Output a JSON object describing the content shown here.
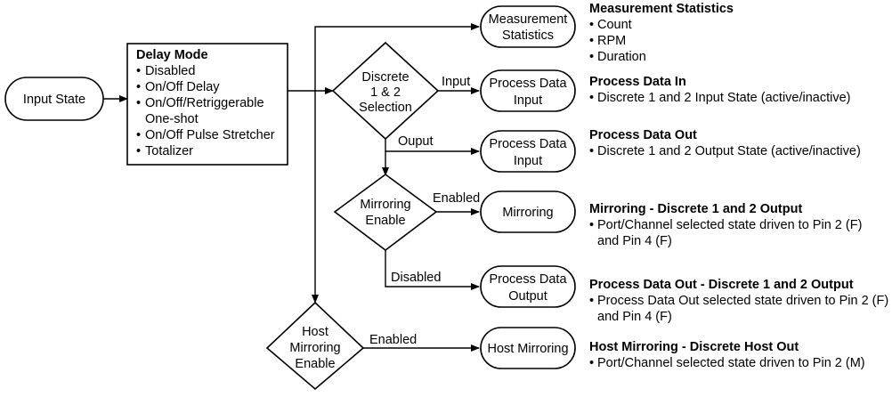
{
  "nodes": {
    "input_state": "Input State",
    "delay_mode": {
      "title": "Delay Mode",
      "items": [
        "Disabled",
        "On/Off Delay",
        "On/Off/Retriggerable",
        "One-shot",
        "On/Off Pulse Stretcher",
        "Totalizer"
      ]
    },
    "discrete_selection": [
      "Discrete",
      "1 & 2",
      "Selection"
    ],
    "mirroring_enable": [
      "Mirroring",
      "Enable"
    ],
    "host_mirroring_enable": [
      "Host",
      "Mirroring",
      "Enable"
    ],
    "measurement_statistics": [
      "Measurement",
      "Statistics"
    ],
    "process_data_input_1": [
      "Process Data",
      "Input"
    ],
    "process_data_input_2": [
      "Process Data",
      "Input"
    ],
    "mirroring": "Mirroring",
    "process_data_output": [
      "Process Data",
      "Output"
    ],
    "host_mirroring": "Host Mirroring"
  },
  "edge_labels": {
    "input": "Input",
    "ouput": "Ouput",
    "enabled_1": "Enabled",
    "disabled": "Disabled",
    "enabled_2": "Enabled"
  },
  "descriptions": {
    "measurement_statistics": {
      "title": "Measurement Statistics",
      "items": [
        "Count",
        "RPM",
        "Duration"
      ]
    },
    "process_data_in": {
      "title": "Process Data In",
      "items": [
        "Discrete 1 and 2 Input State (active/inactive)"
      ]
    },
    "process_data_out": {
      "title": "Process Data Out",
      "items": [
        "Discrete 1 and 2 Output State (active/inactive)"
      ]
    },
    "mirroring": {
      "title": "Mirroring - Discrete 1 and 2 Output",
      "items": [
        "Port/Channel selected state driven to Pin 2 (F)",
        "and Pin 4 (F)"
      ]
    },
    "process_data_out_output": {
      "title": "Process Data Out - Discrete 1 and 2 Output",
      "items": [
        "Process Data Out selected state driven to Pin 2 (F)",
        "and Pin 4 (F)"
      ]
    },
    "host_mirroring": {
      "title": "Host Mirroring - Discrete Host Out",
      "items": [
        "Port/Channel selected state driven to Pin 2 (M)"
      ]
    }
  }
}
